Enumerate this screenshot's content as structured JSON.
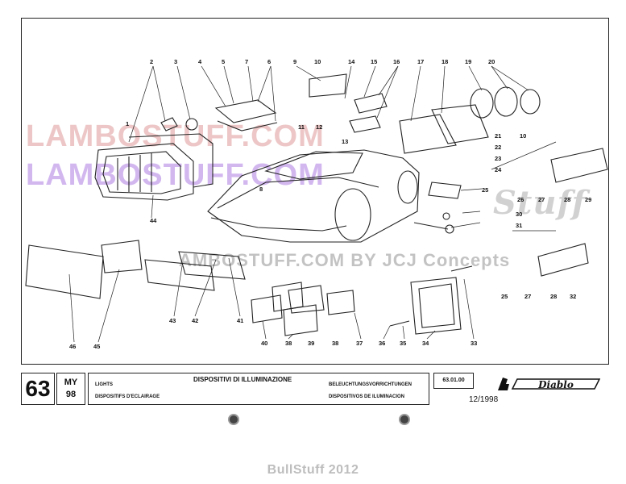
{
  "watermarks": {
    "line1": "LAMBOSTUFF.COM",
    "line2": "LAMBOSTUFF.COM",
    "line3": "AMBOSTUFF.COM  BY JCJ Concepts",
    "line4": "Stuff"
  },
  "callouts": {
    "n1": "1",
    "n2": "2",
    "n3": "3",
    "n4": "4",
    "n5": "5",
    "n6": "6",
    "n7": "7",
    "n8": "8",
    "n9": "9",
    "n10a": "10",
    "n10b": "10",
    "n11": "11",
    "n12": "12",
    "n13": "13",
    "n14": "14",
    "n15": "15",
    "n16": "16",
    "n17": "17",
    "n18": "18",
    "n19": "19",
    "n20": "20",
    "n21": "21",
    "n22": "22",
    "n23": "23",
    "n24": "24",
    "n25a": "25",
    "n25b": "25",
    "n26": "26",
    "n27a": "27",
    "n27b": "27",
    "n28a": "28",
    "n28b": "28",
    "n29": "29",
    "n30": "30",
    "n31": "31",
    "n32": "32",
    "n33": "33",
    "n34": "34",
    "n35": "35",
    "n36": "36",
    "n37": "37",
    "n38a": "38",
    "n38b": "38",
    "n39": "39",
    "n40": "40",
    "n41": "41",
    "n42": "42",
    "n43": "43",
    "n44": "44",
    "n45": "45",
    "n46": "46"
  },
  "title_block": {
    "page_number": "63",
    "model_year_label": "MY",
    "model_year": "98",
    "title_it": "DISPOSITIVI DI ILLUMINAZIONE",
    "title_en": "LIGHTS",
    "title_fr": "DISPOSITIFS D'ECLAIRAGE",
    "title_de": "BELEUCHTUNGSVORRICHTUNGEN",
    "title_es": "DISPOSITIVOS DE ILUMINACION",
    "table_code": "63.01.00",
    "date": "12/1998",
    "brand": "Diablo"
  },
  "footer": {
    "text": "BullStuff 2012"
  }
}
